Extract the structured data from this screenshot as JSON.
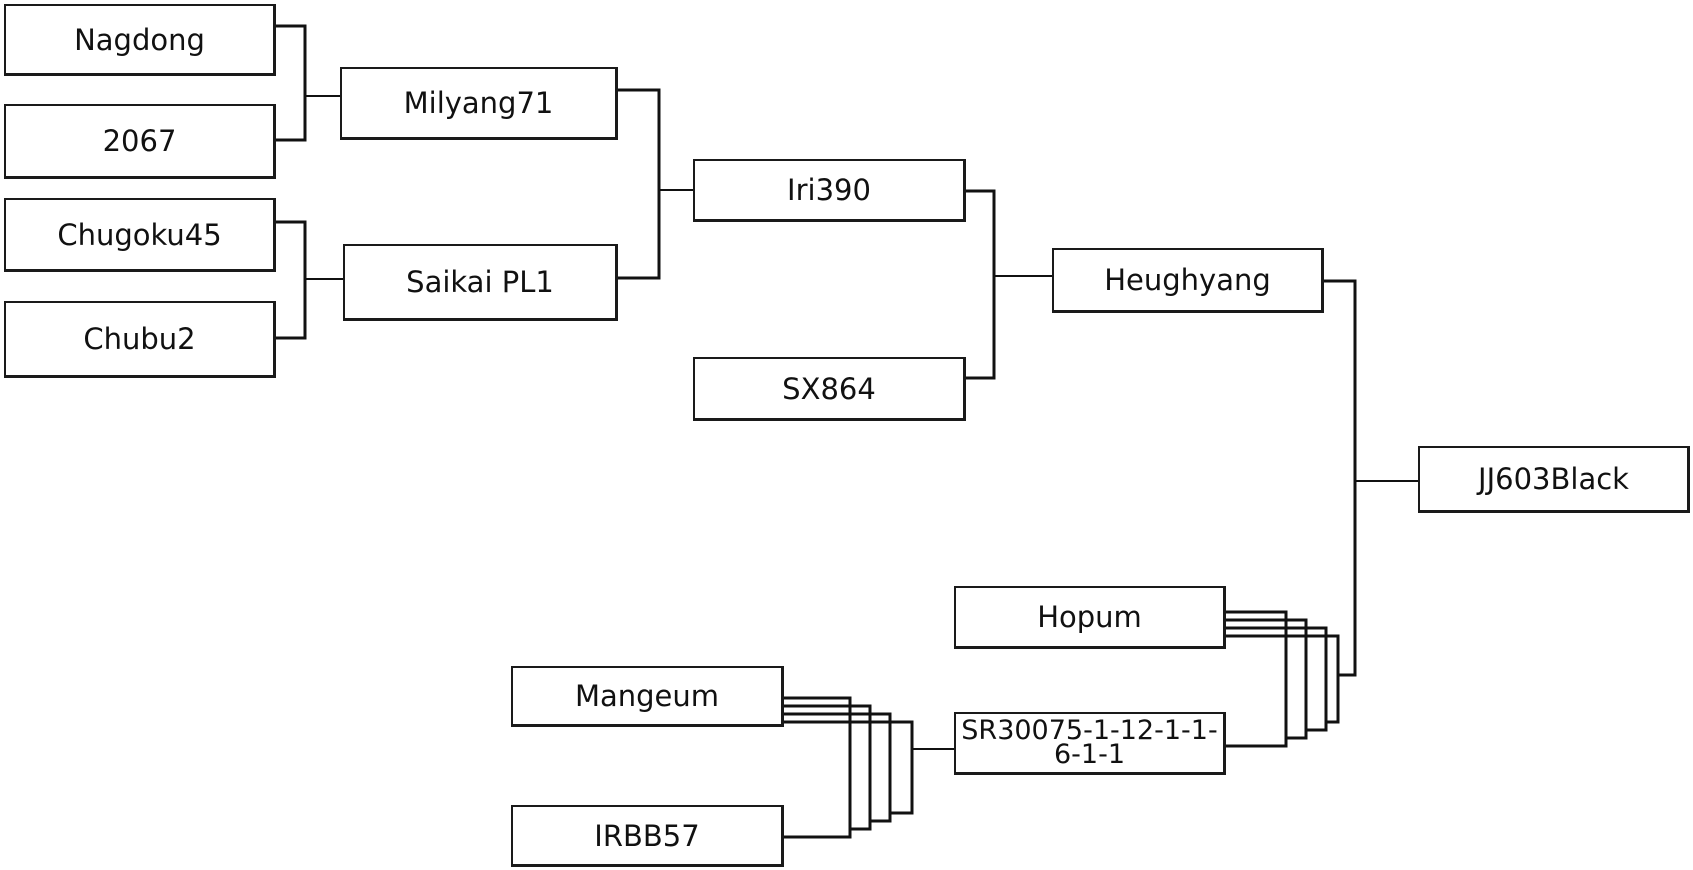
{
  "varieties": {
    "nagdong": "Nagdong",
    "v2067": "2067",
    "chugoku45": "Chugoku45",
    "chubu2": "Chubu2",
    "milyang71": "Milyang71",
    "saikai_pl1": "Saikai PL1",
    "iri390": "Iri390",
    "sx864": "SX864",
    "heughyang": "Heughyang",
    "jj603black": "JJ603Black",
    "hopum": "Hopum",
    "mangeum": "Mangeum",
    "irbb57": "IRBB57",
    "sr30075": "SR30075-1-12-1-1-6-1-1"
  }
}
